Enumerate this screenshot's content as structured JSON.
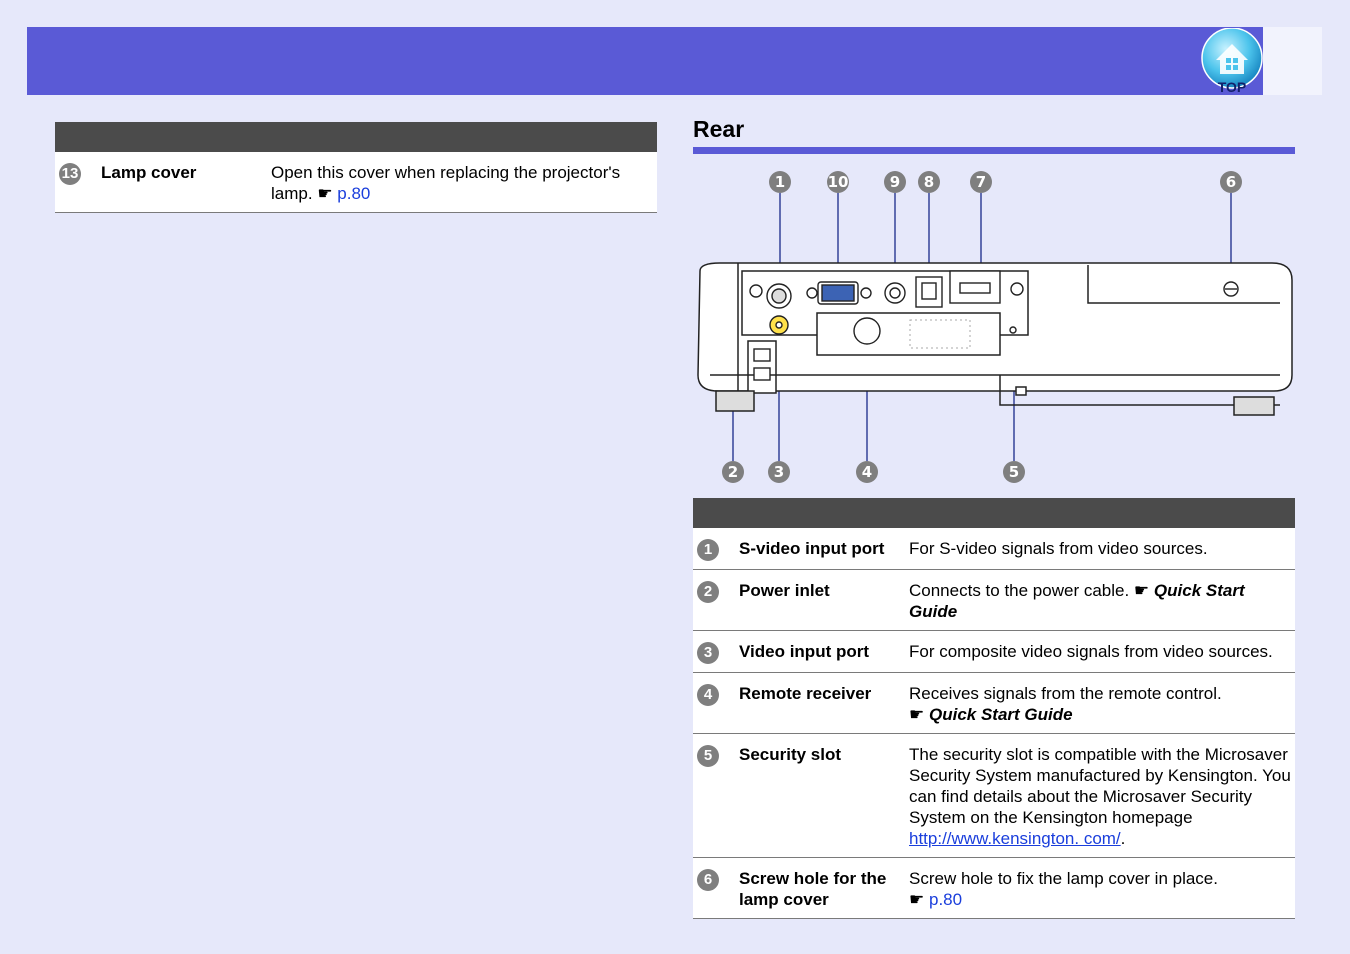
{
  "header": {
    "top_label": "TOP",
    "colors": {
      "bar": "#5a5ad6",
      "background": "#e6e8fa"
    }
  },
  "left_table": {
    "rows": [
      {
        "num": "13",
        "name": "Lamp cover",
        "desc": "Open this cover when replacing the projector's lamp.",
        "ref_icon": "pointing-hand-icon",
        "ref": "p.80"
      }
    ]
  },
  "rear": {
    "title": "Rear",
    "callouts_top": [
      "1",
      "10",
      "9",
      "8",
      "7",
      "6"
    ],
    "callouts_bottom": [
      "2",
      "3",
      "4",
      "5"
    ],
    "rows": [
      {
        "num": "1",
        "name": "S-video input port",
        "desc": "For S-video signals from video sources."
      },
      {
        "num": "2",
        "name": "Power inlet",
        "desc": "Connects to the power cable.",
        "ref": "Quick Start Guide"
      },
      {
        "num": "3",
        "name": "Video input port",
        "desc": "For composite video signals from video sources."
      },
      {
        "num": "4",
        "name": "Remote receiver",
        "desc": "Receives signals from the remote control.",
        "ref": "Quick Start Guide"
      },
      {
        "num": "5",
        "name": "Security slot",
        "desc": "The security slot is compatible with the Microsaver Security System manufactured by Kensington. You can find details about the Microsaver Security System on the Kensington homepage",
        "link": "http://www.kensington. com/",
        "after": "."
      },
      {
        "num": "6",
        "name": "Screw hole for the lamp cover",
        "desc": "Screw hole to fix the lamp cover in place.",
        "ref": "p.80"
      }
    ]
  }
}
